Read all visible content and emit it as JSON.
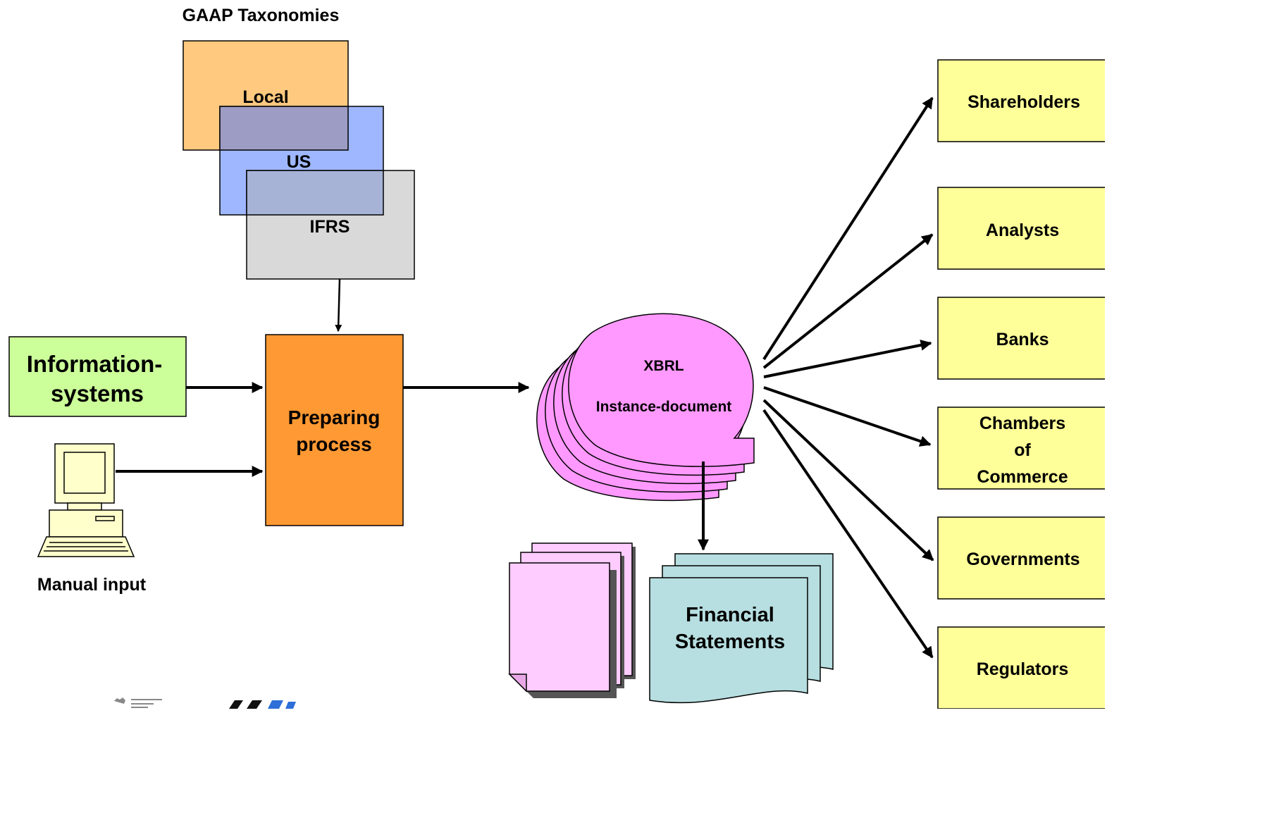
{
  "taxonomies": {
    "title": "GAAP Taxonomies",
    "local": "Local",
    "us": "US",
    "ifrs": "IFRS"
  },
  "inputs": {
    "info_line1": "Information-",
    "info_line2": "systems",
    "manual": "Manual input"
  },
  "process": {
    "line1": "Preparing",
    "line2": "process"
  },
  "instance": {
    "line1": "XBRL",
    "line2": "Instance-document"
  },
  "statements": {
    "line1": "Financial",
    "line2": "Statements"
  },
  "recipients": {
    "shareholders": "Shareholders",
    "analysts": "Analysts",
    "banks": "Banks",
    "chambers_line1": "Chambers",
    "chambers_line2": "of",
    "chambers_line3": "Commerce",
    "governments": "Governments",
    "regulators": "Regulators"
  },
  "colors": {
    "local": "#FFC97F",
    "us": "#99B3FF",
    "ifrs": "#D9D9D9",
    "info": "#CCFF99",
    "process": "#FF9933",
    "instance": "#FF99FF",
    "pink_doc": "#FFCCFF",
    "statements": "#B7DEE0",
    "recipient": "#FFFF99"
  }
}
